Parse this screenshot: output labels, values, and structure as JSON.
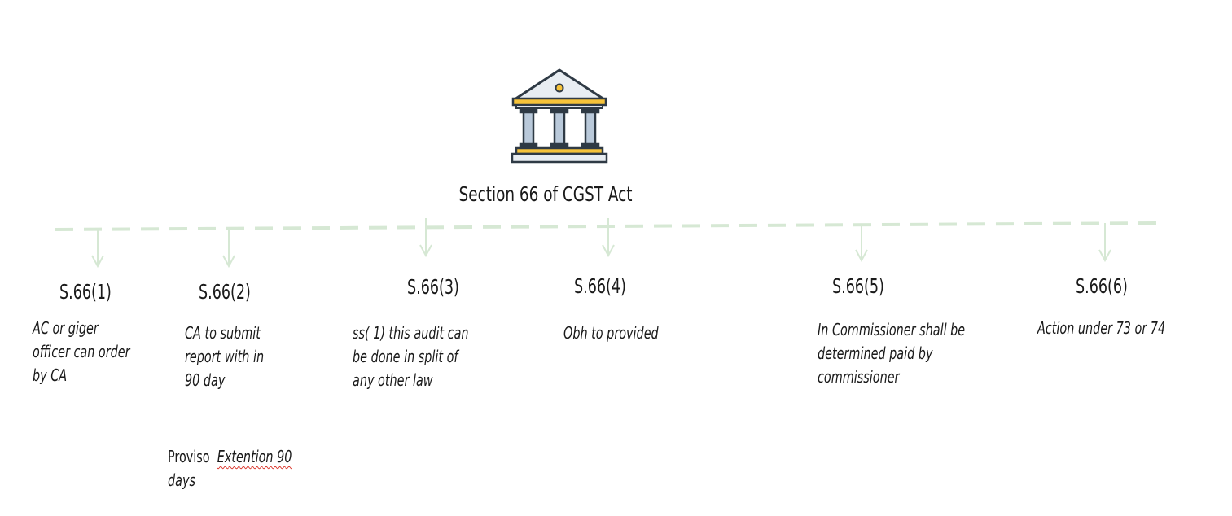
{
  "title": "Section 66 of CGST Act",
  "icon": "courthouse-icon",
  "colors": {
    "connector": "#d6e8d4",
    "roof": "#e8edf2",
    "gold": "#f6c33a",
    "pillar": "#b9c9da",
    "outline": "#2f3a45"
  },
  "branches": [
    {
      "id": "s1",
      "label": "S.66(1)",
      "note_lines": [
        "AC or giger",
        "officer can order",
        "by CA"
      ]
    },
    {
      "id": "s2",
      "label": "S.66(2)",
      "note_lines": [
        "CA  to submit",
        "report with in",
        "90 day"
      ]
    },
    {
      "id": "s3",
      "label": "S.66(3)",
      "note_lines": [
        "ss( 1)  this audit can",
        "be done in split of",
        "any other law"
      ]
    },
    {
      "id": "s4",
      "label": "S.66(4)",
      "note_lines": [
        "Obh  to provided"
      ]
    },
    {
      "id": "s5",
      "label": "S.66(5)",
      "note_lines": [
        "In Commissioner   shall be",
        "determined paid by",
        "commissioner"
      ]
    },
    {
      "id": "s6",
      "label": "S.66(6)",
      "note_lines": [
        "Action under 73 or 74"
      ]
    }
  ],
  "proviso": {
    "label": "Proviso",
    "text": "Extention 90",
    "text_cont": "days"
  }
}
